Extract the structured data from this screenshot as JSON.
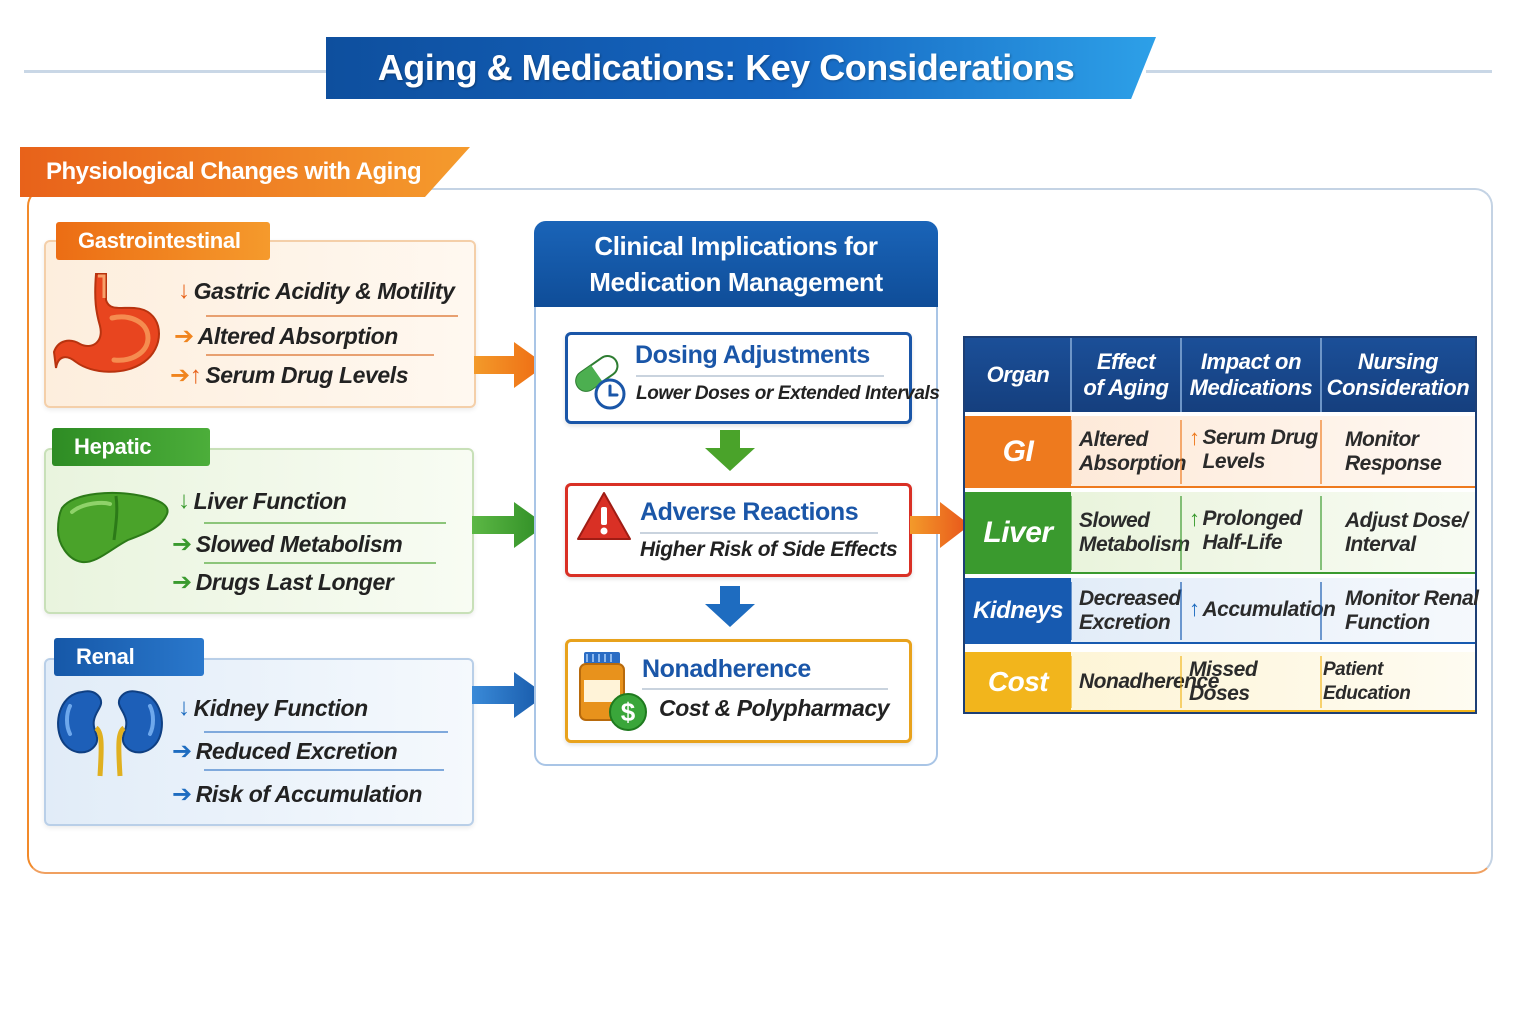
{
  "title": "Aging & Medications: Key Considerations",
  "physiological_section": {
    "heading": "Physiological Changes with Aging",
    "organs": [
      {
        "label": "Gastrointestinal",
        "icon": "stomach-icon",
        "color": "#f07a1a",
        "items": [
          "Gastric Acidity & Motility",
          "Altered Absorption",
          "Serum Drug Levels"
        ]
      },
      {
        "label": "Hepatic",
        "icon": "liver-icon",
        "color": "#3a9a2e",
        "items": [
          "Liver Function",
          "Slowed Metabolism",
          "Drugs Last Longer"
        ]
      },
      {
        "label": "Renal",
        "icon": "kidney-icon",
        "color": "#1e6cc0",
        "items": [
          "Kidney Function",
          "Reduced Excretion",
          "Risk of Accumulation"
        ]
      }
    ]
  },
  "clinical_panel": {
    "heading_line1": "Clinical Implications for",
    "heading_line2": "Medication Management",
    "implications": [
      {
        "title": "Dosing Adjustments",
        "subtitle": "Lower Doses or Extended Intervals",
        "icon": "pill-clock-icon",
        "color": "#1a56a8"
      },
      {
        "title": "Adverse Reactions",
        "subtitle": "Higher Risk of Side Effects",
        "icon": "warning-icon",
        "color": "#d93025"
      },
      {
        "title": "Nonadherence",
        "subtitle": "Cost & Polypharmacy",
        "icon": "pill-bottle-dollar-icon",
        "color": "#e8a21c"
      }
    ]
  },
  "table": {
    "headers": [
      "Organ",
      "Effect of Aging",
      "Impact on Medications",
      "Nursing Consideration"
    ],
    "header_lines": [
      [
        "Organ"
      ],
      [
        "Effect",
        "of Aging"
      ],
      [
        "Impact on",
        "Medications"
      ],
      [
        "Nursing",
        "Consideration"
      ]
    ],
    "rows": [
      {
        "organ": "GI",
        "effect": [
          "Altered",
          "Absorption"
        ],
        "impact": [
          "Serum Drug",
          "Levels"
        ],
        "impact_arrow": "up-arrow-icon",
        "nursing": [
          "Monitor",
          "Response"
        ],
        "color": "#ee7a1e",
        "tint": "#fde6d2"
      },
      {
        "organ": "Liver",
        "effect": [
          "Slowed",
          "Metabolism"
        ],
        "impact": [
          "Prolonged",
          "Half-Life"
        ],
        "impact_arrow": "up-arrow-icon",
        "nursing": [
          "Adjust Dose/",
          "Interval"
        ],
        "color": "#3a9a2e",
        "tint": "#e6f2d6"
      },
      {
        "organ": "Kidneys",
        "effect": [
          "Decreased",
          "Excretion"
        ],
        "impact": [
          "Accumulation"
        ],
        "impact_arrow": "up-arrow-icon",
        "nursing": [
          "Monitor Renal",
          "Function"
        ],
        "color": "#175ab0",
        "tint": "#dde9f7"
      },
      {
        "organ": "Cost",
        "effect": [
          "Nonadherence"
        ],
        "impact": [
          "Missed Doses"
        ],
        "impact_arrow": "",
        "nursing": [
          "Patient Education"
        ],
        "color": "#f2b51c",
        "tint": "#fdf3cf"
      }
    ]
  }
}
